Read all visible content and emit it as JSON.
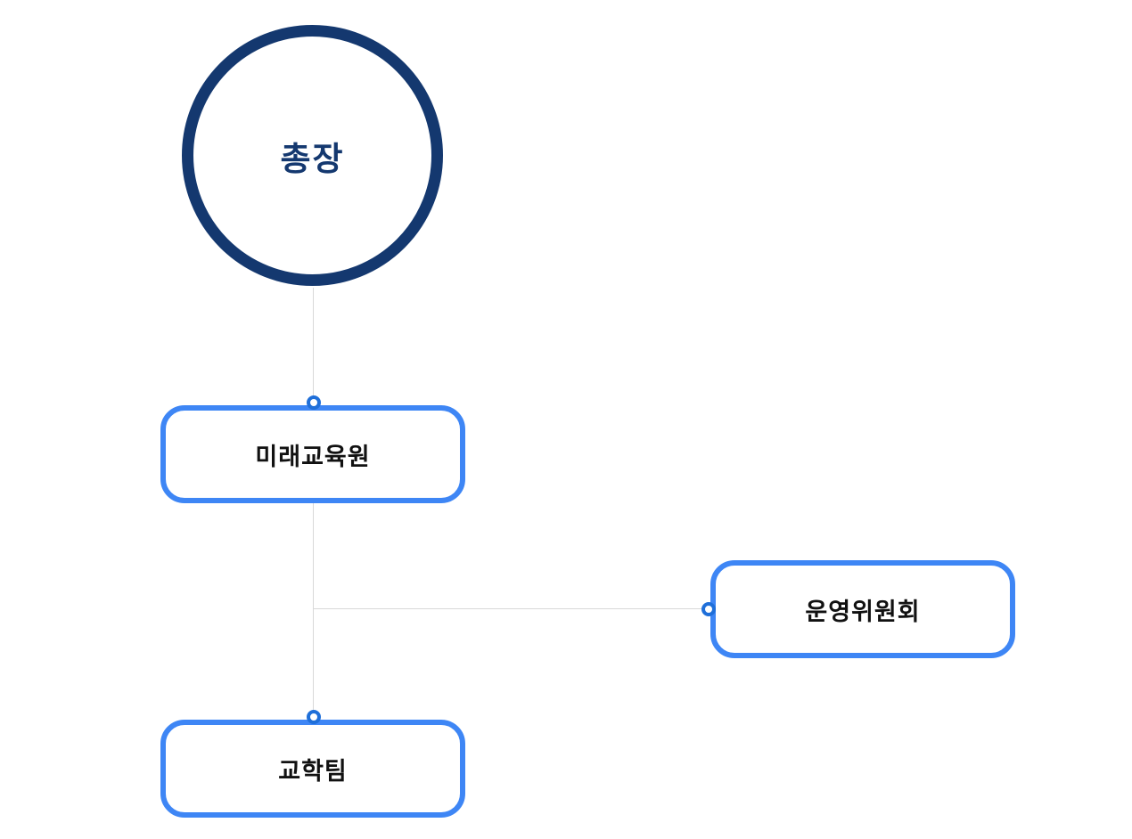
{
  "org_chart": {
    "nodes": {
      "president": {
        "label": "총장",
        "shape": "circle"
      },
      "future_education_center": {
        "label": "미래교육원",
        "shape": "rounded-box"
      },
      "steering_committee": {
        "label": "운영위원회",
        "shape": "rounded-box"
      },
      "academic_affairs_team": {
        "label": "교학팀",
        "shape": "rounded-box"
      }
    },
    "edges": [
      {
        "from": "president",
        "to": "future_education_center"
      },
      {
        "from": "future_education_center",
        "to": "steering_committee"
      },
      {
        "from": "future_education_center",
        "to": "academic_affairs_team"
      }
    ]
  },
  "colors": {
    "root_border": "#14386f",
    "root_text": "#14386f",
    "box_border": "#3e86f5",
    "box_text": "#111111",
    "line_color": "#d9d9d9",
    "dot_border": "#1f6fd9",
    "bg": "#ffffff"
  }
}
